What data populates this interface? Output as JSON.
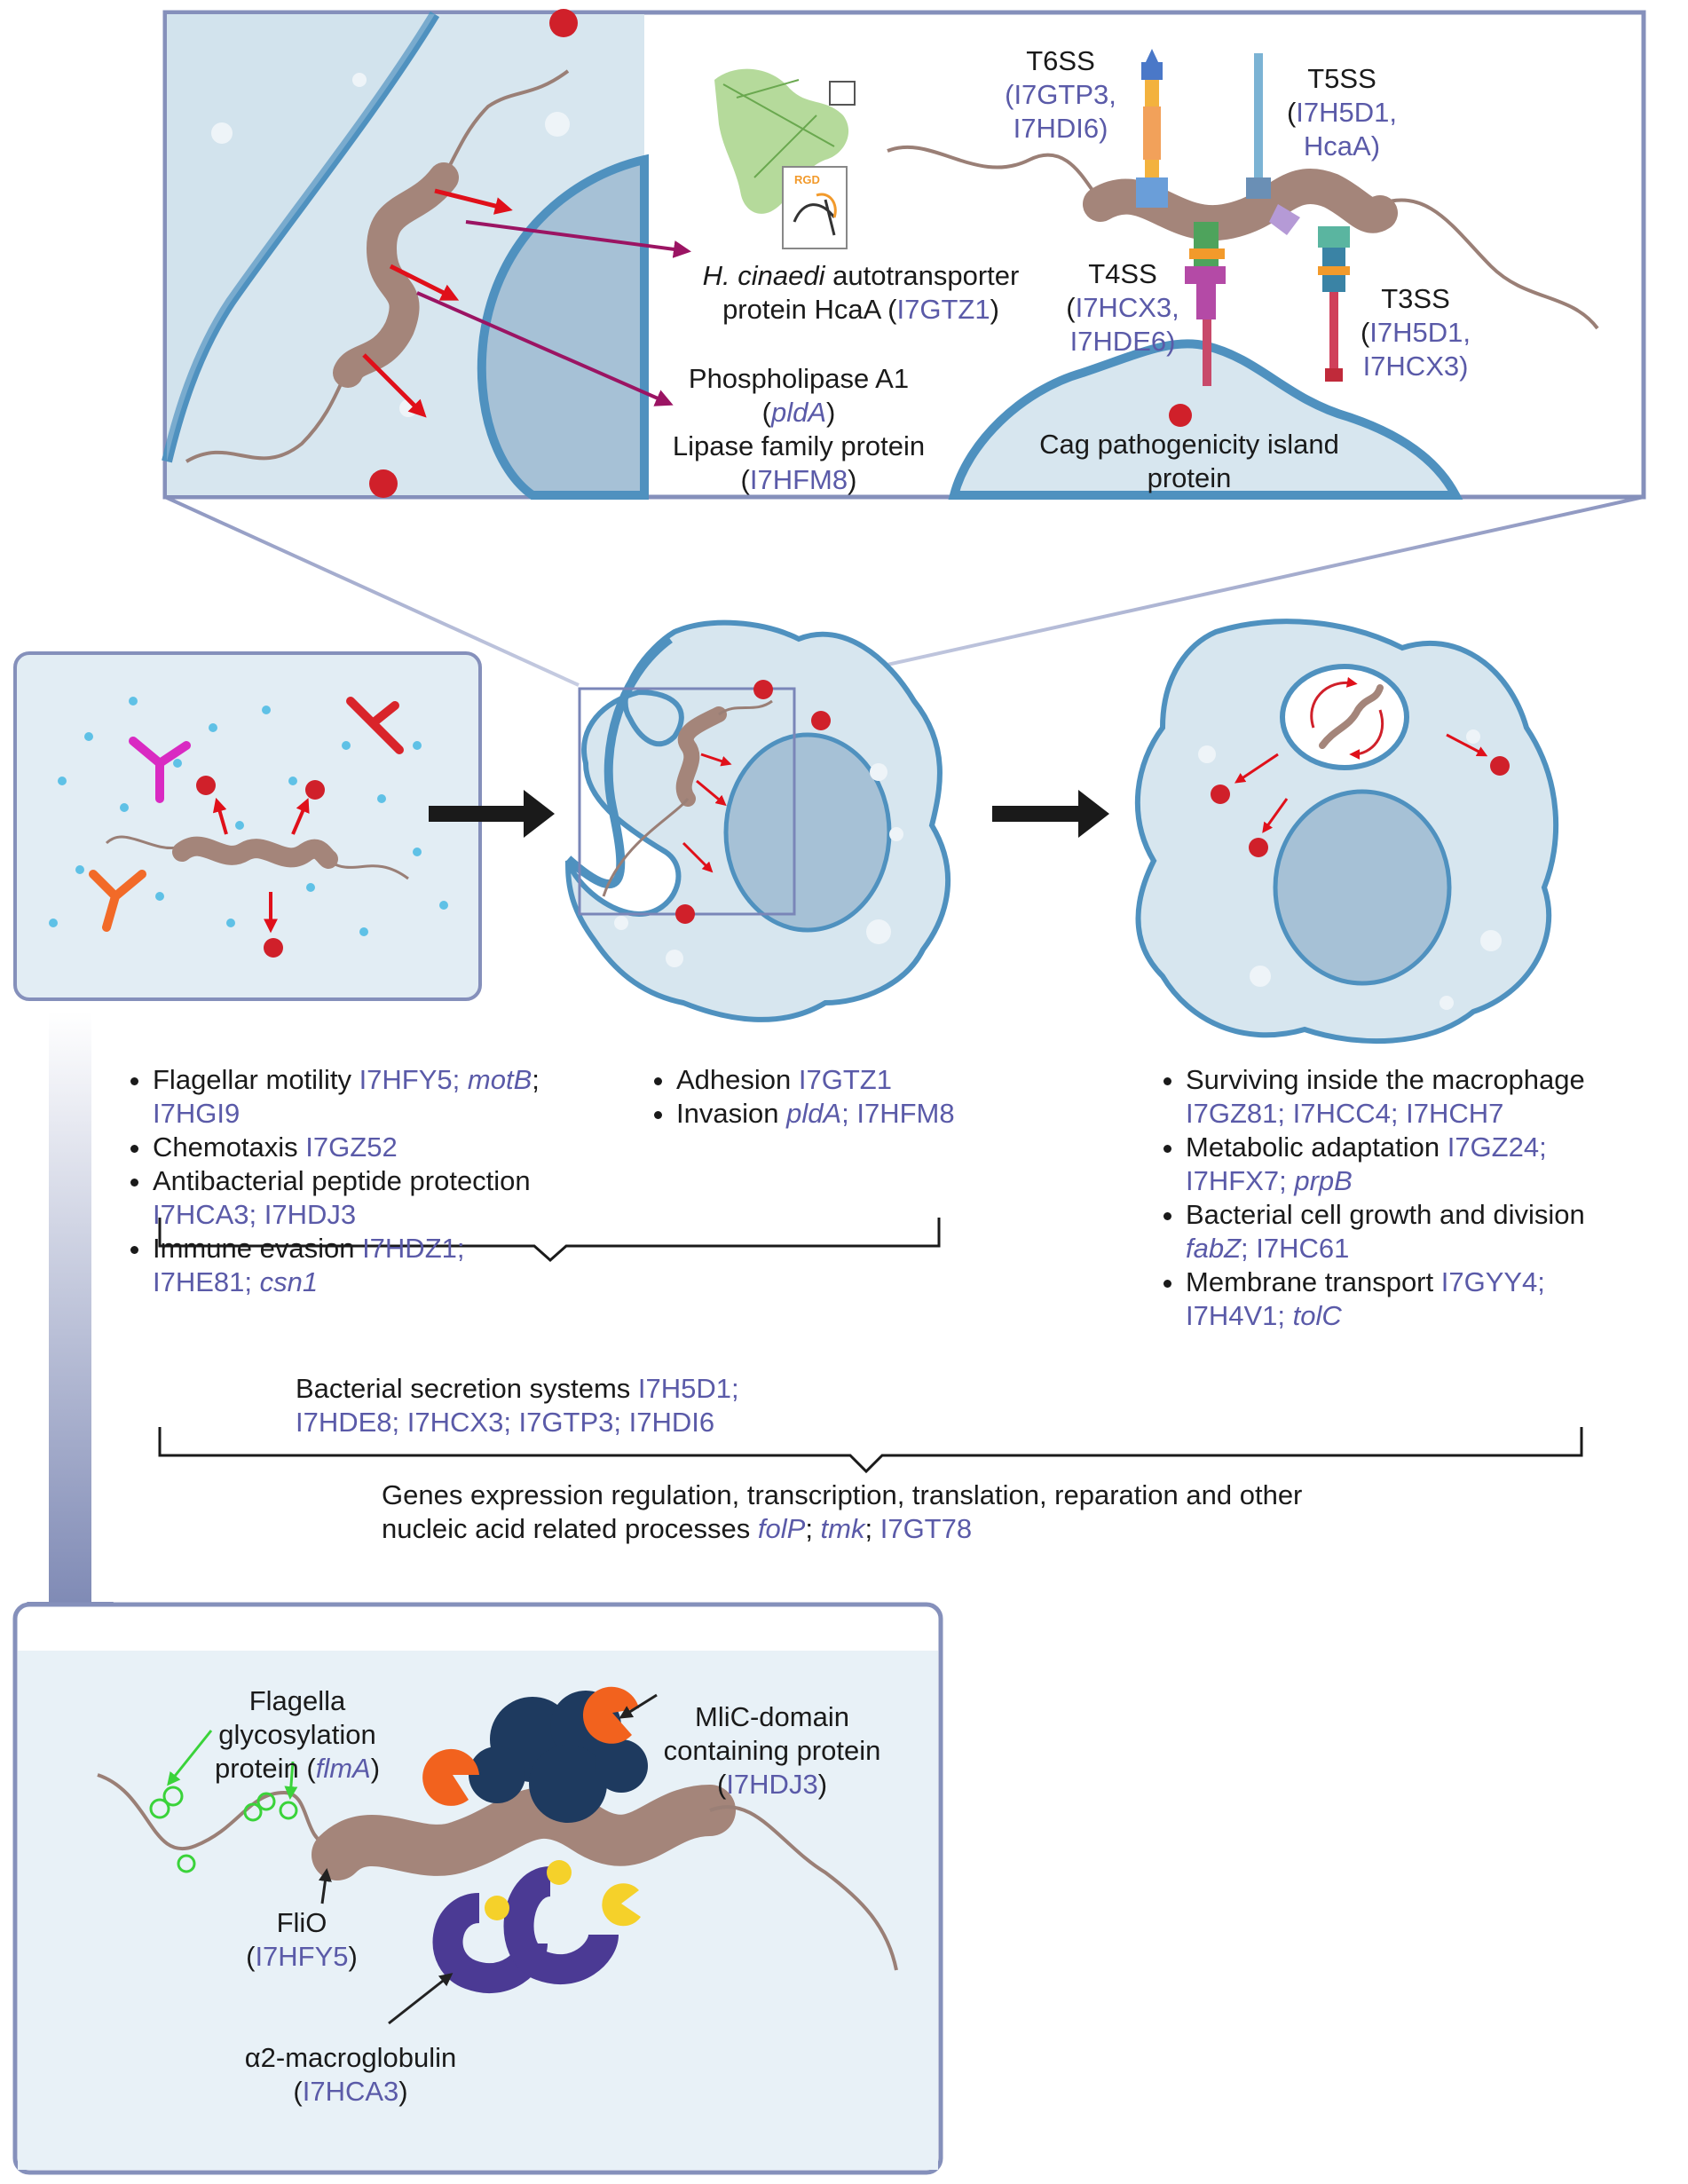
{
  "top_panel": {
    "t6ss": {
      "label": "T6SS",
      "ids": [
        "I7GTP3,",
        "I7HDI6)"
      ]
    },
    "t5ss": {
      "label": "T5SS",
      "ids": [
        "I7H5D1,",
        "HcaA)"
      ]
    },
    "t4ss": {
      "label": "T4SS",
      "ids": [
        "I7HCX3,",
        "I7HDE6)"
      ]
    },
    "t3ss": {
      "label": "T3SS",
      "ids": [
        "I7H5D1,",
        "I7HCX3)"
      ]
    },
    "rgd_label": "RGD",
    "hcaa": {
      "italic": "H. cinaedi",
      "line1_rest": " autotransporter",
      "line2": "protein HcaA (",
      "id": "I7GTZ1",
      ")": ")"
    },
    "phospholipase": {
      "line1": "Phospholipase A1",
      "gene": "pldA",
      "line3": "Lipase family protein",
      "id": "I7HFM8"
    },
    "cag": {
      "line1": "Cag pathogenicity island",
      "line2": "protein"
    }
  },
  "left_list": [
    {
      "text": "Flagellar motility ",
      "ids": "I7HFY5; ",
      "gene": "motB",
      "tail": ";",
      "line2": "I7HGI9"
    },
    {
      "text": "Chemotaxis ",
      "ids": "I7GZ52"
    },
    {
      "text": "Antibacterial peptide protection",
      "line2": "I7HCA3; I7HDJ3"
    },
    {
      "text": "Immune evasion ",
      "ids": "I7HDZ1;",
      "line2a": "I7HE81; ",
      "gene2": "csn1"
    }
  ],
  "middle_list": [
    {
      "text": "Adhesion ",
      "ids": "I7GTZ1"
    },
    {
      "text": "Invasion ",
      "gene": "pldA",
      "ids": "; I7HFM8"
    }
  ],
  "right_list": [
    {
      "text": "Surviving inside the macrophage",
      "line2": "I7GZ81; I7HCC4; I7HCH7"
    },
    {
      "text": "Metabolic adaptation ",
      "ids": "I7GZ24;",
      "line2a": "I7HFX7; ",
      "gene2": "prpB"
    },
    {
      "text": "Bacterial cell growth and division",
      "gene": "fabZ",
      "line2": "; I7HC61"
    },
    {
      "text": "Membrane transport ",
      "ids": "I7GYY4;",
      "line2a": "I7H4V1; ",
      "gene2": "tolC"
    }
  ],
  "secretion": {
    "text": "Bacterial secretion systems ",
    "ids1": "I7H5D1;",
    "ids2": "I7HDE8; I7HCX3; I7GTP3; I7HDI6"
  },
  "genes": {
    "line1": "Genes expression regulation, transcription, translation, reparation and other",
    "line2": "nucleic acid related processes ",
    "gene1": "folP",
    "sep1": "; ",
    "gene2": "tmk",
    "sep2": "; ",
    "id": "I7GT78"
  },
  "bottom_panel": {
    "flma": {
      "line1": "Flagella",
      "line2": "glycosylation",
      "line3a": "protein (",
      "gene": "flmA",
      "line3b": ")"
    },
    "mlic": {
      "line1": "MliC-domain",
      "line2": "containing protein",
      "id": "I7HDJ3"
    },
    "flio": {
      "line1": "FliO",
      "id": "I7HFY5"
    },
    "a2m": {
      "line1": "α2-macroglobulin",
      "id": "I7HCA3"
    }
  },
  "colors": {
    "cell": "#d9e7f0",
    "membrane": "#4f91bf",
    "nucleus": "#a8c3d8",
    "bacterium": "#a4857a",
    "toxin": "#d0202a",
    "id_text": "#5a5aa8",
    "panel_border": "#8590bb",
    "arrow": "#1a1a1a"
  }
}
